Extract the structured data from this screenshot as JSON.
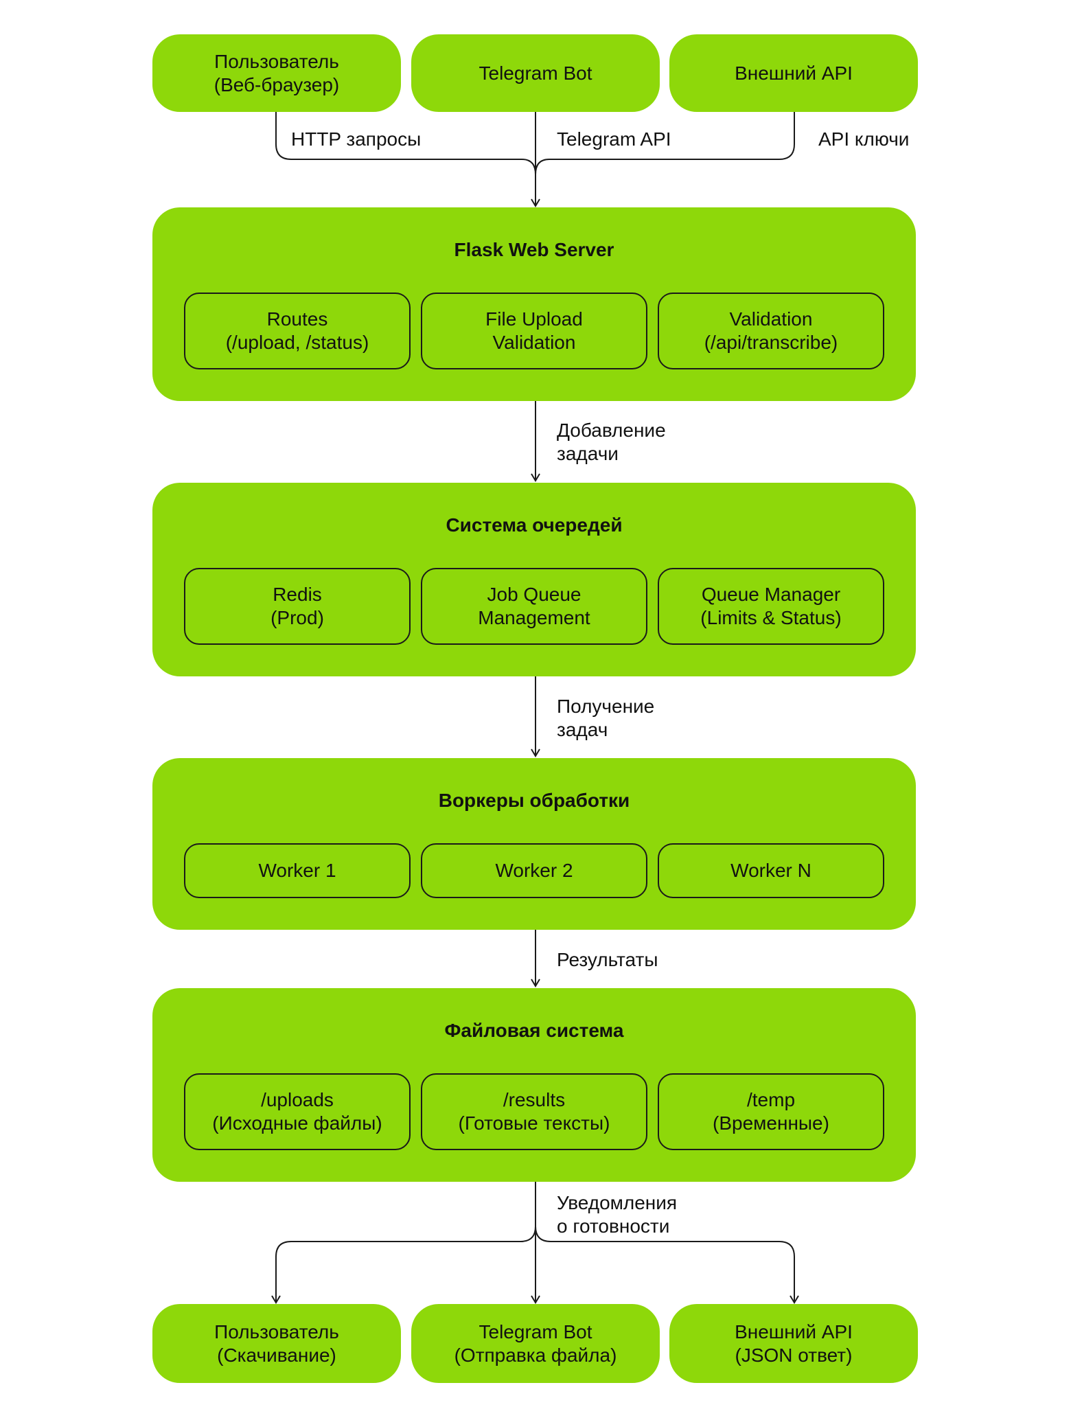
{
  "sources": [
    {
      "line1": "Пользователь",
      "line2": "(Веб-браузер)"
    },
    {
      "line1": "Telegram Bot",
      "line2": ""
    },
    {
      "line1": "Внешний API",
      "line2": ""
    }
  ],
  "source_labels": [
    "HTTP запросы",
    "Telegram API",
    "API ключи"
  ],
  "flask": {
    "title": "Flask Web Server",
    "items": [
      {
        "line1": "Routes",
        "line2": "(/upload, /status)"
      },
      {
        "line1": "File Upload",
        "line2": "Validation"
      },
      {
        "line1": "Validation",
        "line2": "(/api/transcribe)"
      }
    ]
  },
  "arrow1": {
    "line1": "Добавление",
    "line2": "задачи"
  },
  "queue": {
    "title": "Система очередей",
    "items": [
      {
        "line1": "Redis",
        "line2": "(Prod)"
      },
      {
        "line1": "Job Queue",
        "line2": "Management"
      },
      {
        "line1": "Queue Manager",
        "line2": "(Limits & Status)"
      }
    ]
  },
  "arrow2": {
    "line1": "Получение",
    "line2": "задач"
  },
  "workers": {
    "title": "Воркеры обработки",
    "items": [
      {
        "line1": "Worker 1"
      },
      {
        "line1": "Worker 2"
      },
      {
        "line1": "Worker N"
      }
    ]
  },
  "arrow3": {
    "line1": "Результаты"
  },
  "files": {
    "title": "Файловая система",
    "items": [
      {
        "line1": "/uploads",
        "line2": "(Исходные файлы)"
      },
      {
        "line1": "/results",
        "line2": "(Готовые тексты)"
      },
      {
        "line1": "/temp",
        "line2": "(Временные)"
      }
    ]
  },
  "arrow4": {
    "line1": "Уведомления",
    "line2": "о готовности"
  },
  "outputs": [
    {
      "line1": "Пользователь",
      "line2": "(Скачивание)"
    },
    {
      "line1": "Telegram Bot",
      "line2": "(Отправка файла)"
    },
    {
      "line1": "Внешний API",
      "line2": "(JSON ответ)"
    }
  ],
  "colors": {
    "box_fill": "#8ed80a",
    "line": "#1a1a1a"
  }
}
